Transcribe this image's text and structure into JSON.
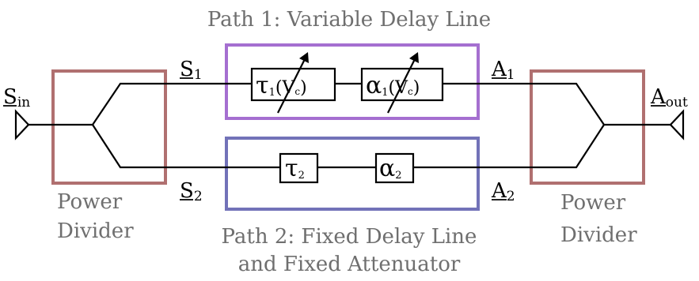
{
  "path1_label": "Path 1: Variable Delay Line",
  "path2_label_line1": "Path 2: Fixed Delay Line",
  "path2_label_line2": "and Fixed Attenuator",
  "left_divider_label_line1": "Power",
  "left_divider_label_line2": "Divider",
  "right_divider_label_line1": "Power",
  "right_divider_label_line2": "Divider",
  "signals": {
    "s_in": {
      "base": "S",
      "sub": "in"
    },
    "s1": {
      "base": "S",
      "sub": "1"
    },
    "s2": {
      "base": "S",
      "sub": "2"
    },
    "a1": {
      "base": "A",
      "sub": "1"
    },
    "a2": {
      "base": "A",
      "sub": "2"
    },
    "a_out": {
      "base": "A",
      "sub": "out"
    }
  },
  "components": {
    "tau1": {
      "symbol": "τ",
      "sub": "1",
      "arg": "(V",
      "arg_sub": "c",
      "close": ")"
    },
    "alpha1": {
      "symbol": "α",
      "sub": "1",
      "arg": "(V",
      "arg_sub": "c",
      "close": ")"
    },
    "tau2": {
      "symbol": "τ",
      "sub": "2"
    },
    "alpha2": {
      "symbol": "α",
      "sub": "2"
    }
  },
  "colors": {
    "divider_box": "#b07070",
    "path1_box": "#a56fd0",
    "path2_box": "#7272b8",
    "label_grey": "#6f6f6f"
  }
}
